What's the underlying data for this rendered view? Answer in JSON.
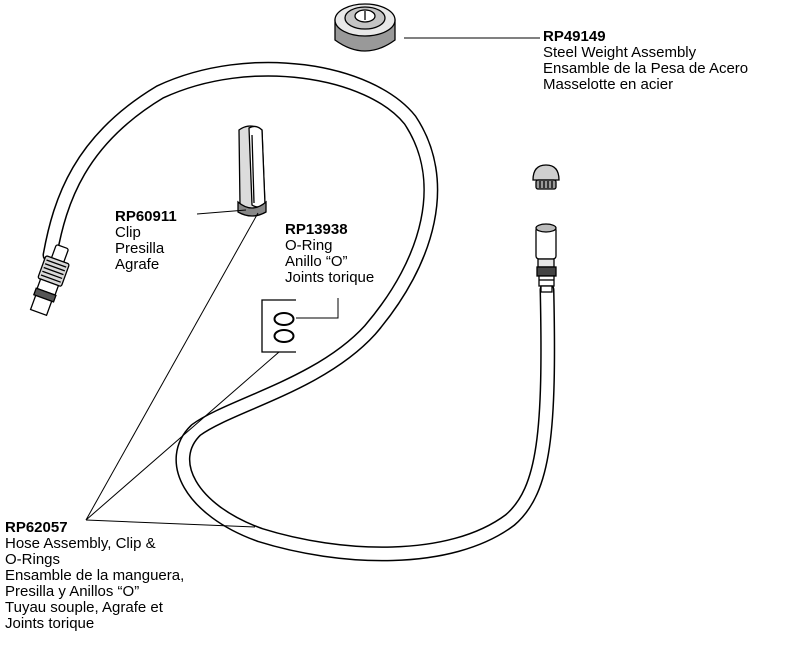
{
  "parts": {
    "weight": {
      "part_number": "RP49149",
      "lines": [
        "Steel Weight Assembly",
        "Ensamble de la Pesa de Acero",
        "Masselotte en acier"
      ]
    },
    "clip": {
      "part_number": "RP60911",
      "lines": [
        "Clip",
        "Presilla",
        "Agrafe"
      ]
    },
    "oring": {
      "part_number": "RP13938",
      "lines": [
        "O-Ring",
        "Anillo “O”",
        "Joints torique"
      ]
    },
    "hose": {
      "part_number": "RP62057",
      "lines": [
        "Hose Assembly, Clip &",
        "O-Rings",
        "Ensamble de la manguera,",
        "Presilla y Anillos “O”",
        "Tuyau souple, Agrafe et",
        "Joints torique"
      ]
    }
  }
}
